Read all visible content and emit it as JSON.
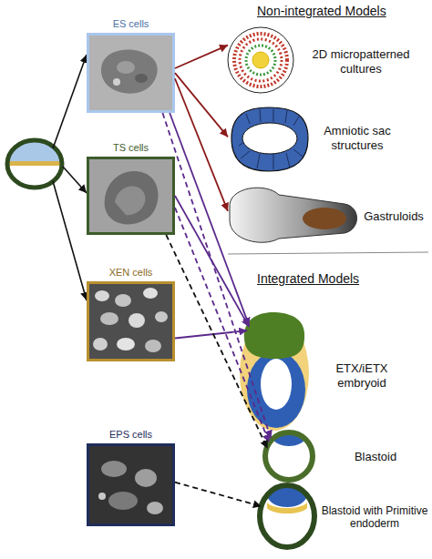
{
  "diagram": {
    "nodes": [
      {
        "text": [
          "ES cells"
        ]
      },
      {
        "text": [
          "TS cells"
        ]
      },
      {
        "text": [
          "XEN cells"
        ]
      },
      {
        "text": [
          "EPS cells"
        ]
      },
      {
        "text": [
          "2D micropatterned cultures"
        ]
      },
      {
        "text": [
          "Amniotic sac structures"
        ]
      },
      {
        "text": [
          "Gastruloids"
        ]
      },
      {
        "text": [
          "ETX/iETX embryoid"
        ]
      },
      {
        "text": [
          "Blastoid"
        ]
      },
      {
        "text": [
          "Blastoid with Primitive endoderm"
        ]
      }
    ],
    "edges": [
      {
        "from": 0,
        "to": 4,
        "arrow": "to"
      },
      {
        "from": 0,
        "to": 5,
        "arrow": "to"
      },
      {
        "from": 0,
        "to": 6,
        "arrow": "to"
      },
      {
        "from": 0,
        "to": 7,
        "arrow": "to"
      },
      {
        "from": 1,
        "to": 7,
        "arrow": "to"
      },
      {
        "from": 2,
        "to": 7,
        "arrow": "to"
      },
      {
        "from": 0,
        "to": 8,
        "arrow": "to"
      },
      {
        "from": 1,
        "to": 8,
        "arrow": "to"
      },
      {
        "from": 1,
        "to": 8,
        "arrow": "to"
      },
      {
        "from": 3,
        "to": 9,
        "arrow": "to"
      }
    ],
    "labels": [
      "Non-integrated Models",
      "Integrated Models"
    ]
  }
}
